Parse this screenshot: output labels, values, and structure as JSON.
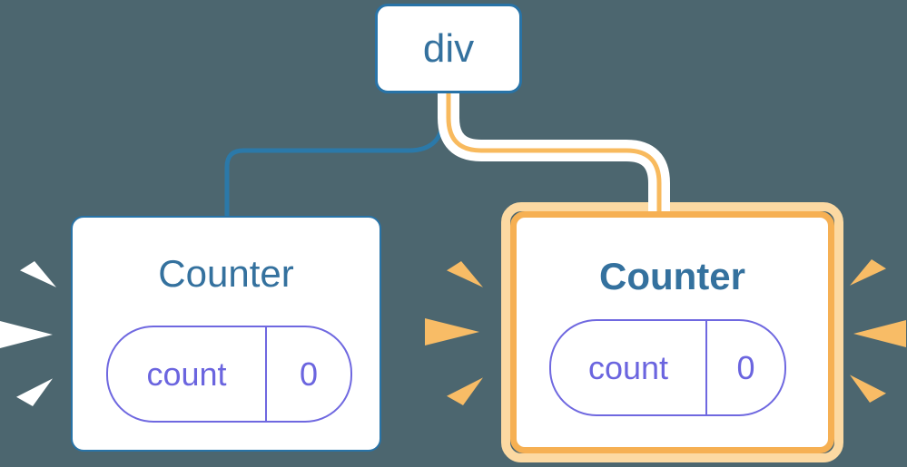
{
  "diagram": {
    "description": "component tree",
    "root": {
      "label": "div"
    },
    "children": [
      {
        "title": "Counter",
        "state_key": "count",
        "state_value": "0",
        "highlighted": false
      },
      {
        "title": "Counter",
        "state_key": "count",
        "state_value": "0",
        "highlighted": true
      }
    ]
  },
  "icons": {
    "left_sparks": "spark-icon",
    "right_sparks": "spark-icon"
  },
  "colors": {
    "background": "#4c666f",
    "node_border_blue": "#2873a7",
    "node_text_blue": "#34719e",
    "edge_blue": "#2b79a9",
    "edge_orange": "#f8ba5e",
    "edge_casing": "#ffffff",
    "highlight_ring_outer": "#fcd9a2",
    "highlight_ring_inner": "#f6b053",
    "state_purple": "#6b65df",
    "spark_orange": "#f8bc66",
    "spark_white": "#ffffff"
  }
}
